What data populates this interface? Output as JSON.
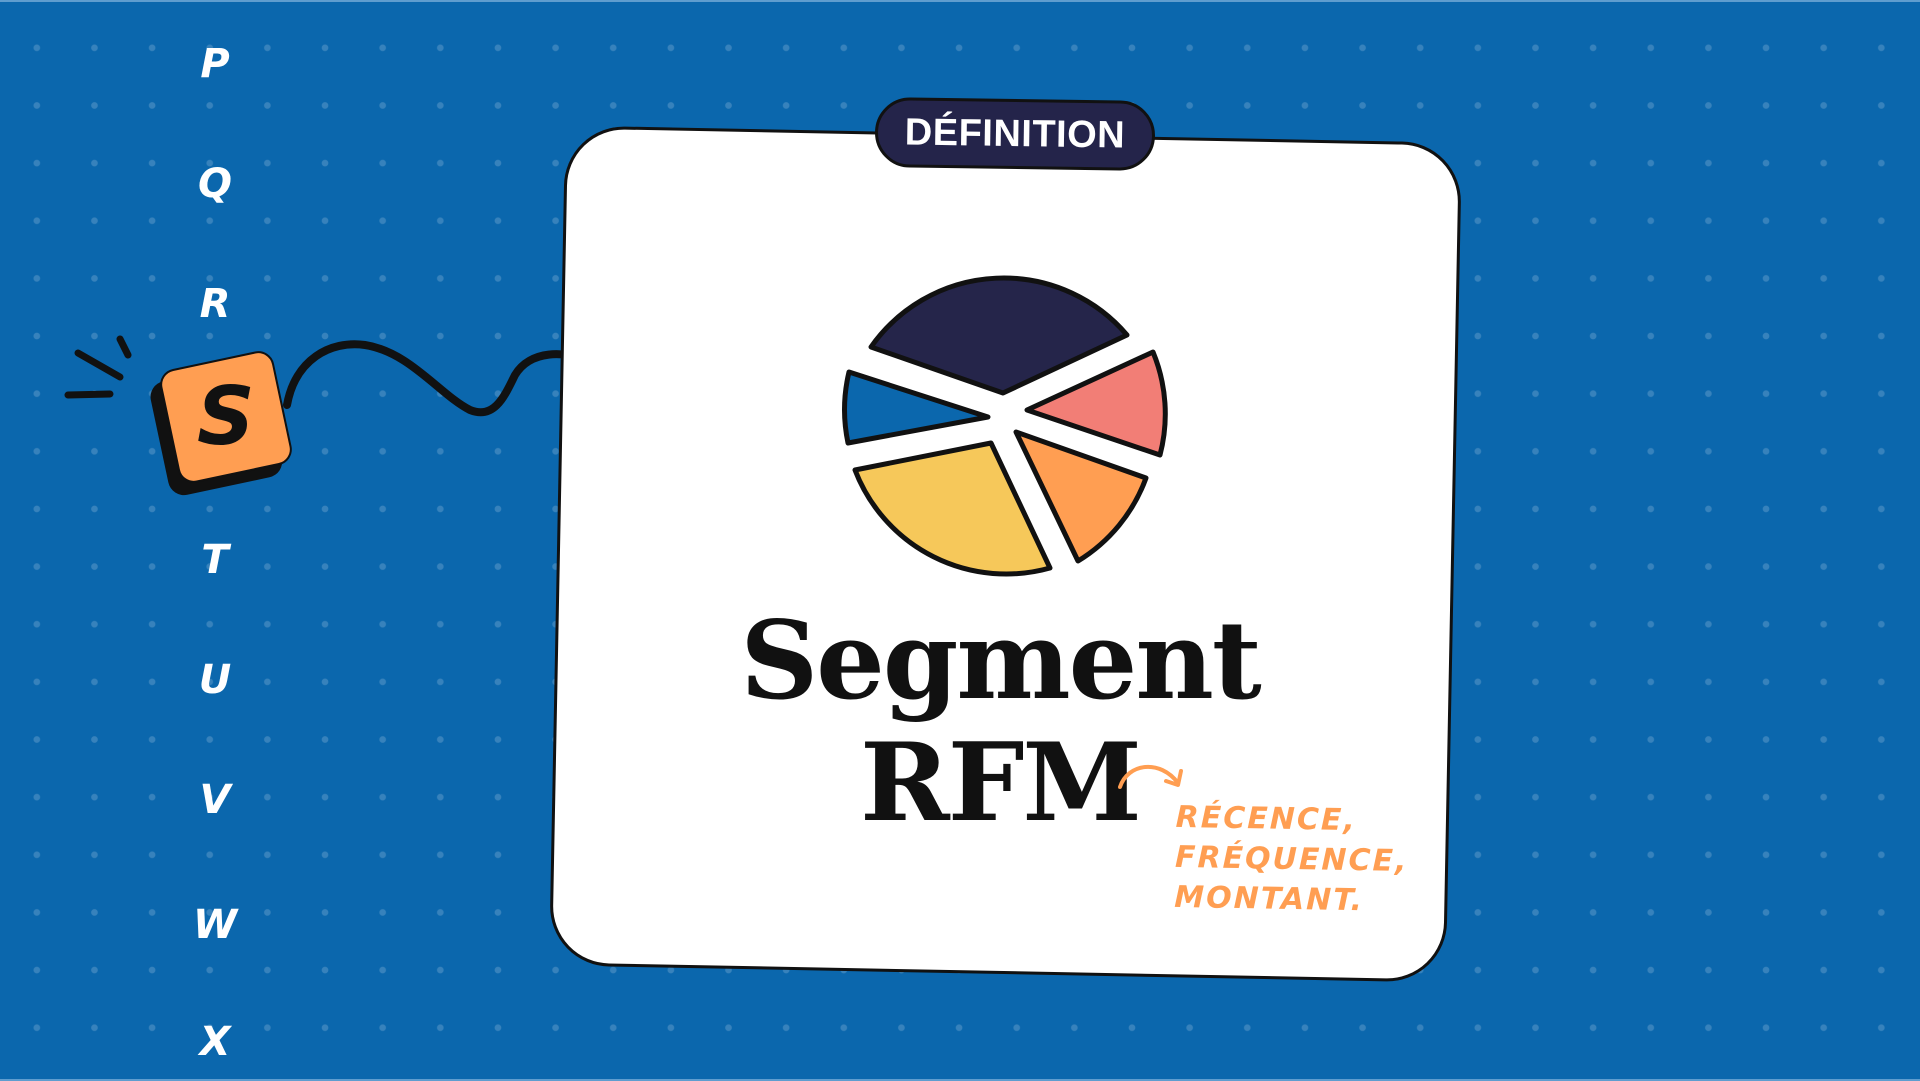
{
  "background": {
    "color": "#0B67AD",
    "pattern": "dot-grid"
  },
  "alphabet": {
    "letters": [
      "P",
      "Q",
      "R",
      "T",
      "U",
      "V",
      "W",
      "X"
    ],
    "highlighted": "S"
  },
  "highlight_tile": {
    "letter": "S",
    "color": "#FF9E52"
  },
  "card": {
    "badge_label": "DÉFINITION",
    "badge_color": "#24244A",
    "title_line1": "Segment",
    "title_line2": "RFM",
    "annotation": {
      "line1": "RÉCENCE,",
      "line2": "FRÉQUENCE,",
      "line3": "MONTANT.",
      "color": "#FF9E52"
    }
  },
  "illustration": {
    "type": "pie",
    "segments": [
      {
        "name": "navy",
        "color": "#25254A"
      },
      {
        "name": "salmon",
        "color": "#F27E76"
      },
      {
        "name": "orange",
        "color": "#FF9E52"
      },
      {
        "name": "yellow",
        "color": "#F6C85A"
      },
      {
        "name": "blue",
        "color": "#0B67AD"
      }
    ]
  }
}
